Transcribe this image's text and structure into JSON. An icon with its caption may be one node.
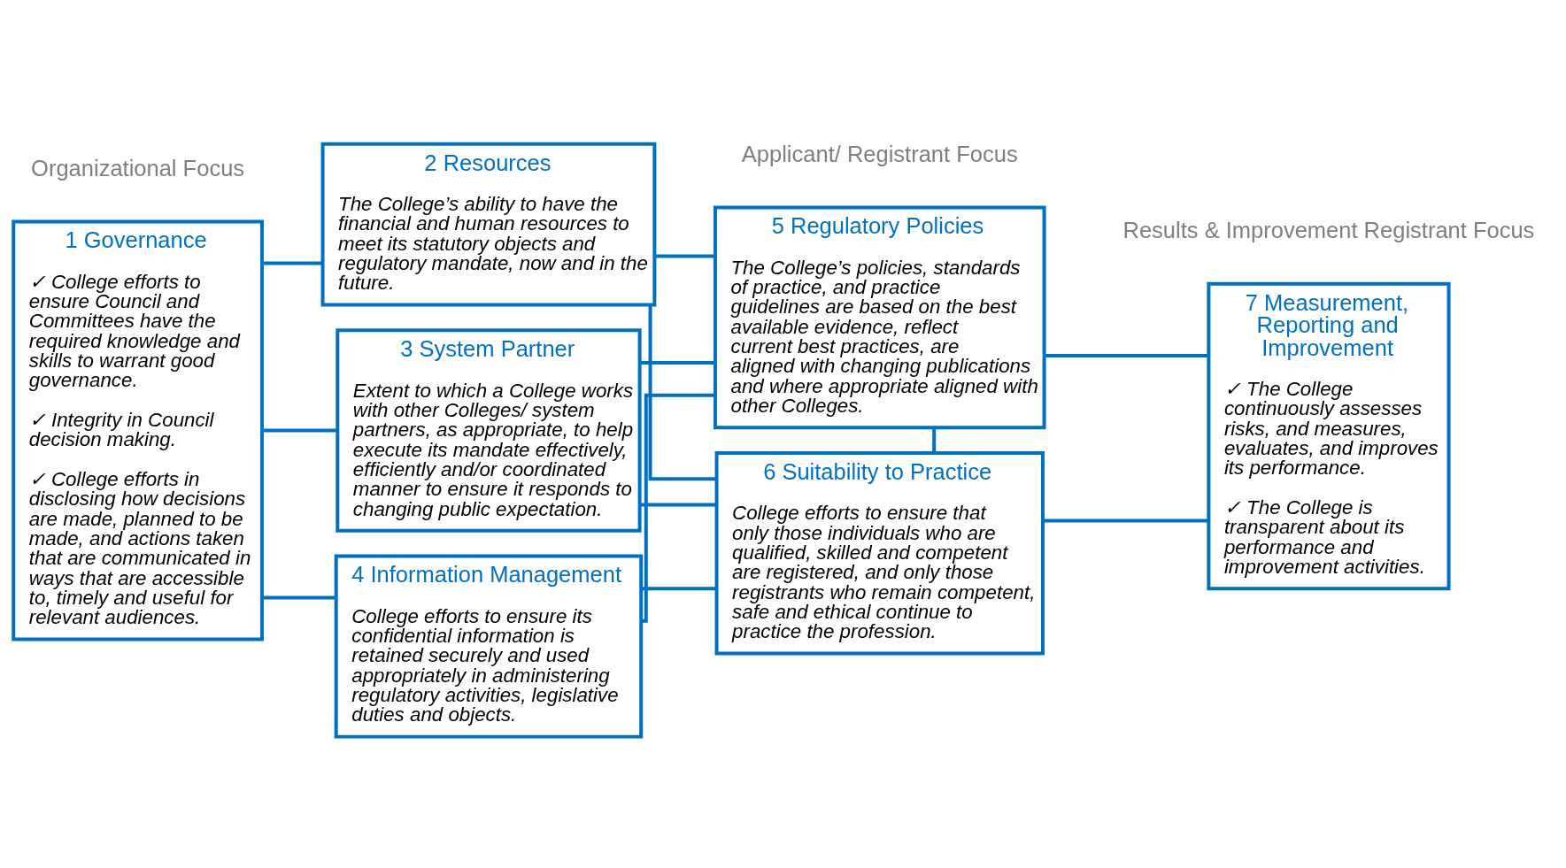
{
  "diagram": {
    "nodes": [
      {
        "text": [
          "1 Governance",
          "✓ College efforts to ensure Council and Committees have the required knowledge and skills to warrant good governance.",
          "✓ Integrity in Council decision making.",
          "✓ College efforts in disclosing how decisions are made, planned to be made, and actions taken that are communicated in ways that are accessible to, timely and useful for relevant audiences."
        ]
      },
      {
        "text": [
          "2 Resources",
          "The College’s ability to have the financial and human resources to meet its statutory objects and regulatory mandate, now and in the future."
        ]
      },
      {
        "text": [
          "3 System Partner",
          "Extent to which a College works with other Colleges/ system partners, as appropriate, to help execute its mandate effectively, efficiently and/or coordinated manner to ensure it responds to changing public expectation."
        ]
      },
      {
        "text": [
          "4 Information Management",
          "College efforts to ensure its confidential information is retained securely and used appropriately in administering regulatory activities, legislative duties and objects."
        ]
      },
      {
        "text": [
          "5 Regulatory Policies",
          "The College’s policies, standards of practice, and practice guidelines are based on the best available evidence, reflect current best practices, are aligned with changing publications and where appropriate aligned with other Colleges."
        ]
      },
      {
        "text": [
          "6 Suitability to Practice",
          "College efforts to ensure that only those individuals who are qualified, skilled and competent are registered, and only those registrants who remain competent, safe and ethical continue to practice the profession."
        ]
      },
      {
        "text": [
          "7 Measurement, Reporting and Improvement",
          "✓ The College continuously assesses risks, and measures, evaluates, and improves its performance.",
          "✓ The College is transparent about its performance and improvement activities."
        ]
      }
    ],
    "edges": [
      {
        "from": 0,
        "to": 1,
        "arrow": "none"
      },
      {
        "from": 0,
        "to": 2,
        "arrow": "none"
      },
      {
        "from": 0,
        "to": 3,
        "arrow": "none"
      },
      {
        "from": 1,
        "to": 4,
        "arrow": "none"
      },
      {
        "from": 1,
        "to": 5,
        "arrow": "none"
      },
      {
        "from": 2,
        "to": 4,
        "arrow": "none"
      },
      {
        "from": 2,
        "to": 5,
        "arrow": "none"
      },
      {
        "from": 3,
        "to": 4,
        "arrow": "none"
      },
      {
        "from": 3,
        "to": 5,
        "arrow": "none"
      },
      {
        "from": 4,
        "to": 5,
        "arrow": "none"
      },
      {
        "from": 4,
        "to": 6,
        "arrow": "none"
      },
      {
        "from": 5,
        "to": 6,
        "arrow": "none"
      }
    ],
    "labels": [
      "Organizational Focus",
      "Applicant/ Registrant Focus",
      "Results & Improvement Registrant Focus"
    ]
  }
}
